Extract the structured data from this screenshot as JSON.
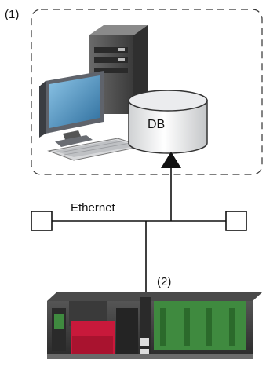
{
  "labels": {
    "callout_1": "(1)",
    "callout_2": "(2)",
    "network": "Ethernet",
    "database": "DB"
  },
  "colors": {
    "line": "#111111",
    "server_tower": "#4a4a4a",
    "monitor": "#5a5e66",
    "screen": "#2f7fb4",
    "plc_red": "#c8193b",
    "plc_green": "#3f8a3f",
    "plc_body": "#3b3b3b"
  },
  "icons": [
    "server-tower-icon",
    "personal-computer-icon",
    "database-cylinder-icon",
    "plc-unit-icon",
    "network-node-icon"
  ]
}
